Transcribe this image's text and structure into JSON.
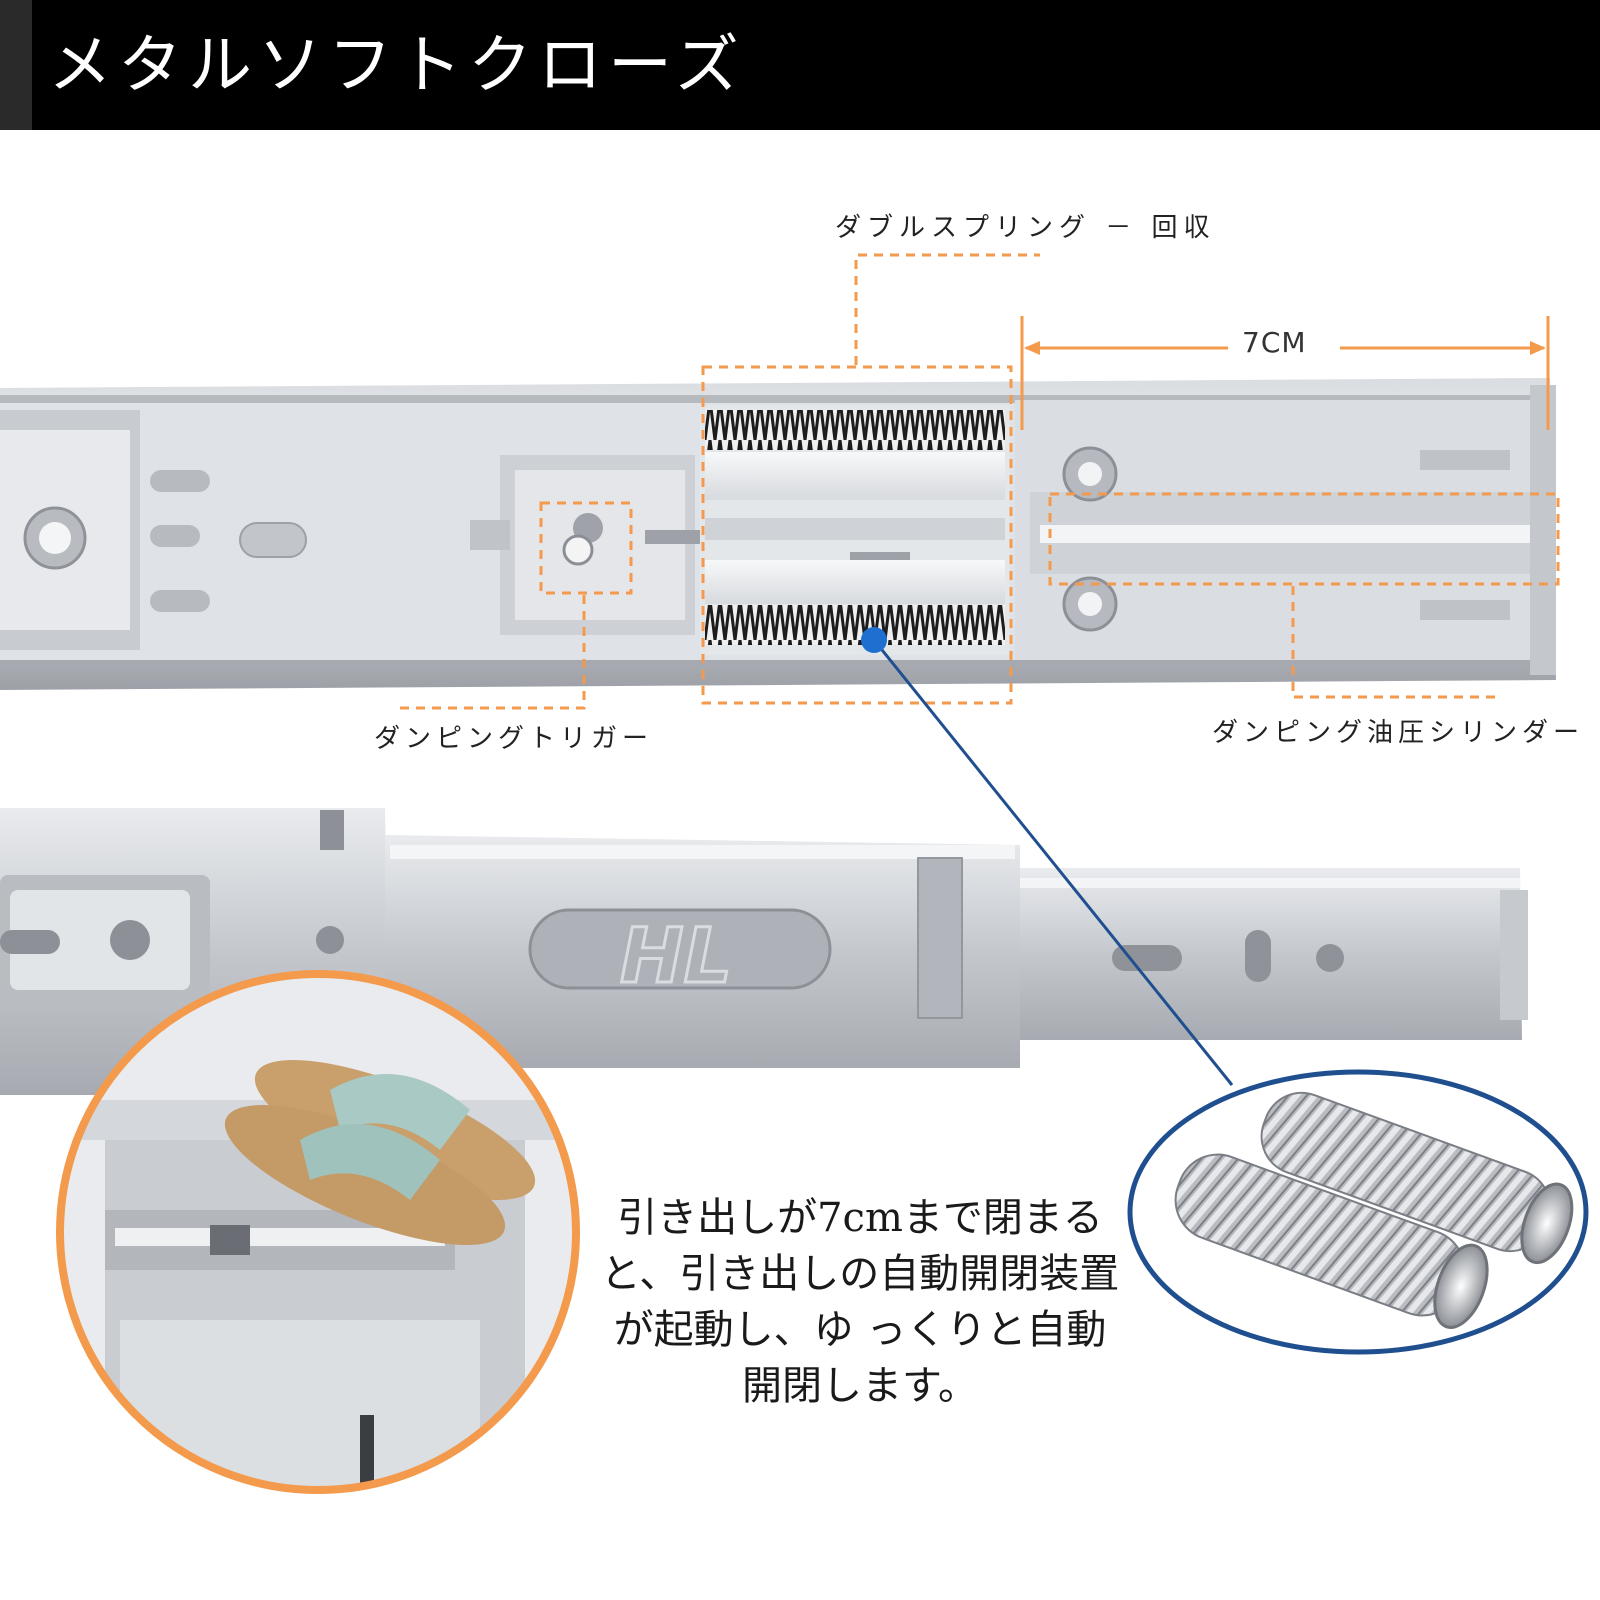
{
  "header": {
    "title": "メタルソフトクローズ"
  },
  "callouts": {
    "double_spring": "ダブルスプリング － 回収",
    "stroke": "7CM",
    "damping_trigger": "ダンピングトリガー",
    "damping_cylinder": "ダンピング油圧シリンダー"
  },
  "description": {
    "lines": [
      "引き出しが7cmまで閉まる",
      "と、引き出しの自動開閉装置",
      "が起動し、ゆ っくりと自動",
      "開閉します。"
    ]
  },
  "rail_logo": "HL",
  "colors": {
    "banner": "#000000",
    "accent_orange": "#f39a4c",
    "pointer_blue": "#1f4f8f",
    "steel": "#c9ccd1"
  }
}
